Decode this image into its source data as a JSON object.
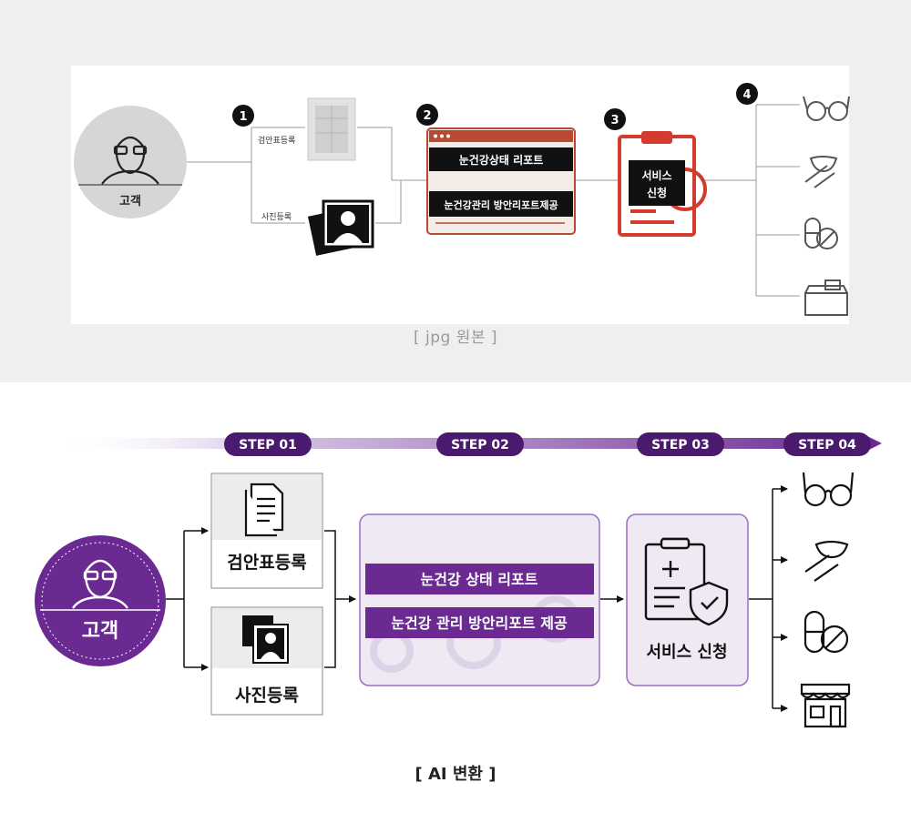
{
  "original": {
    "customer": "고객",
    "numbers": [
      "1",
      "2",
      "3",
      "4"
    ],
    "register_form": "검안표등록",
    "register_photo": "사진등록",
    "report_status": "눈건강상태 리포트",
    "report_plan": "눈건강관리 방안리포트제공",
    "service_line1": "서비스",
    "service_line2": "신청",
    "caption": "[ jpg 원본 ]"
  },
  "converted": {
    "steps": [
      "STEP 01",
      "STEP 02",
      "STEP 03",
      "STEP 04"
    ],
    "customer": "고객",
    "register_form": "검안표등록",
    "register_photo": "사진등록",
    "report_status": "눈건강 상태 리포트",
    "report_plan": "눈건강 관리 방안리포트 제공",
    "service": "서비스 신청",
    "caption": "[ AI 변환 ]"
  },
  "colors": {
    "purple": "#6b2a92",
    "purple_dark": "#4a1a6e",
    "purple_light": "#efe9f4",
    "red": "#d33b2e"
  },
  "icons": [
    "glasses-icon",
    "contact-lens-icon",
    "pill-icon",
    "store-icon",
    "document-icon",
    "portrait-icon",
    "clipboard-shield-icon",
    "user-icon"
  ]
}
